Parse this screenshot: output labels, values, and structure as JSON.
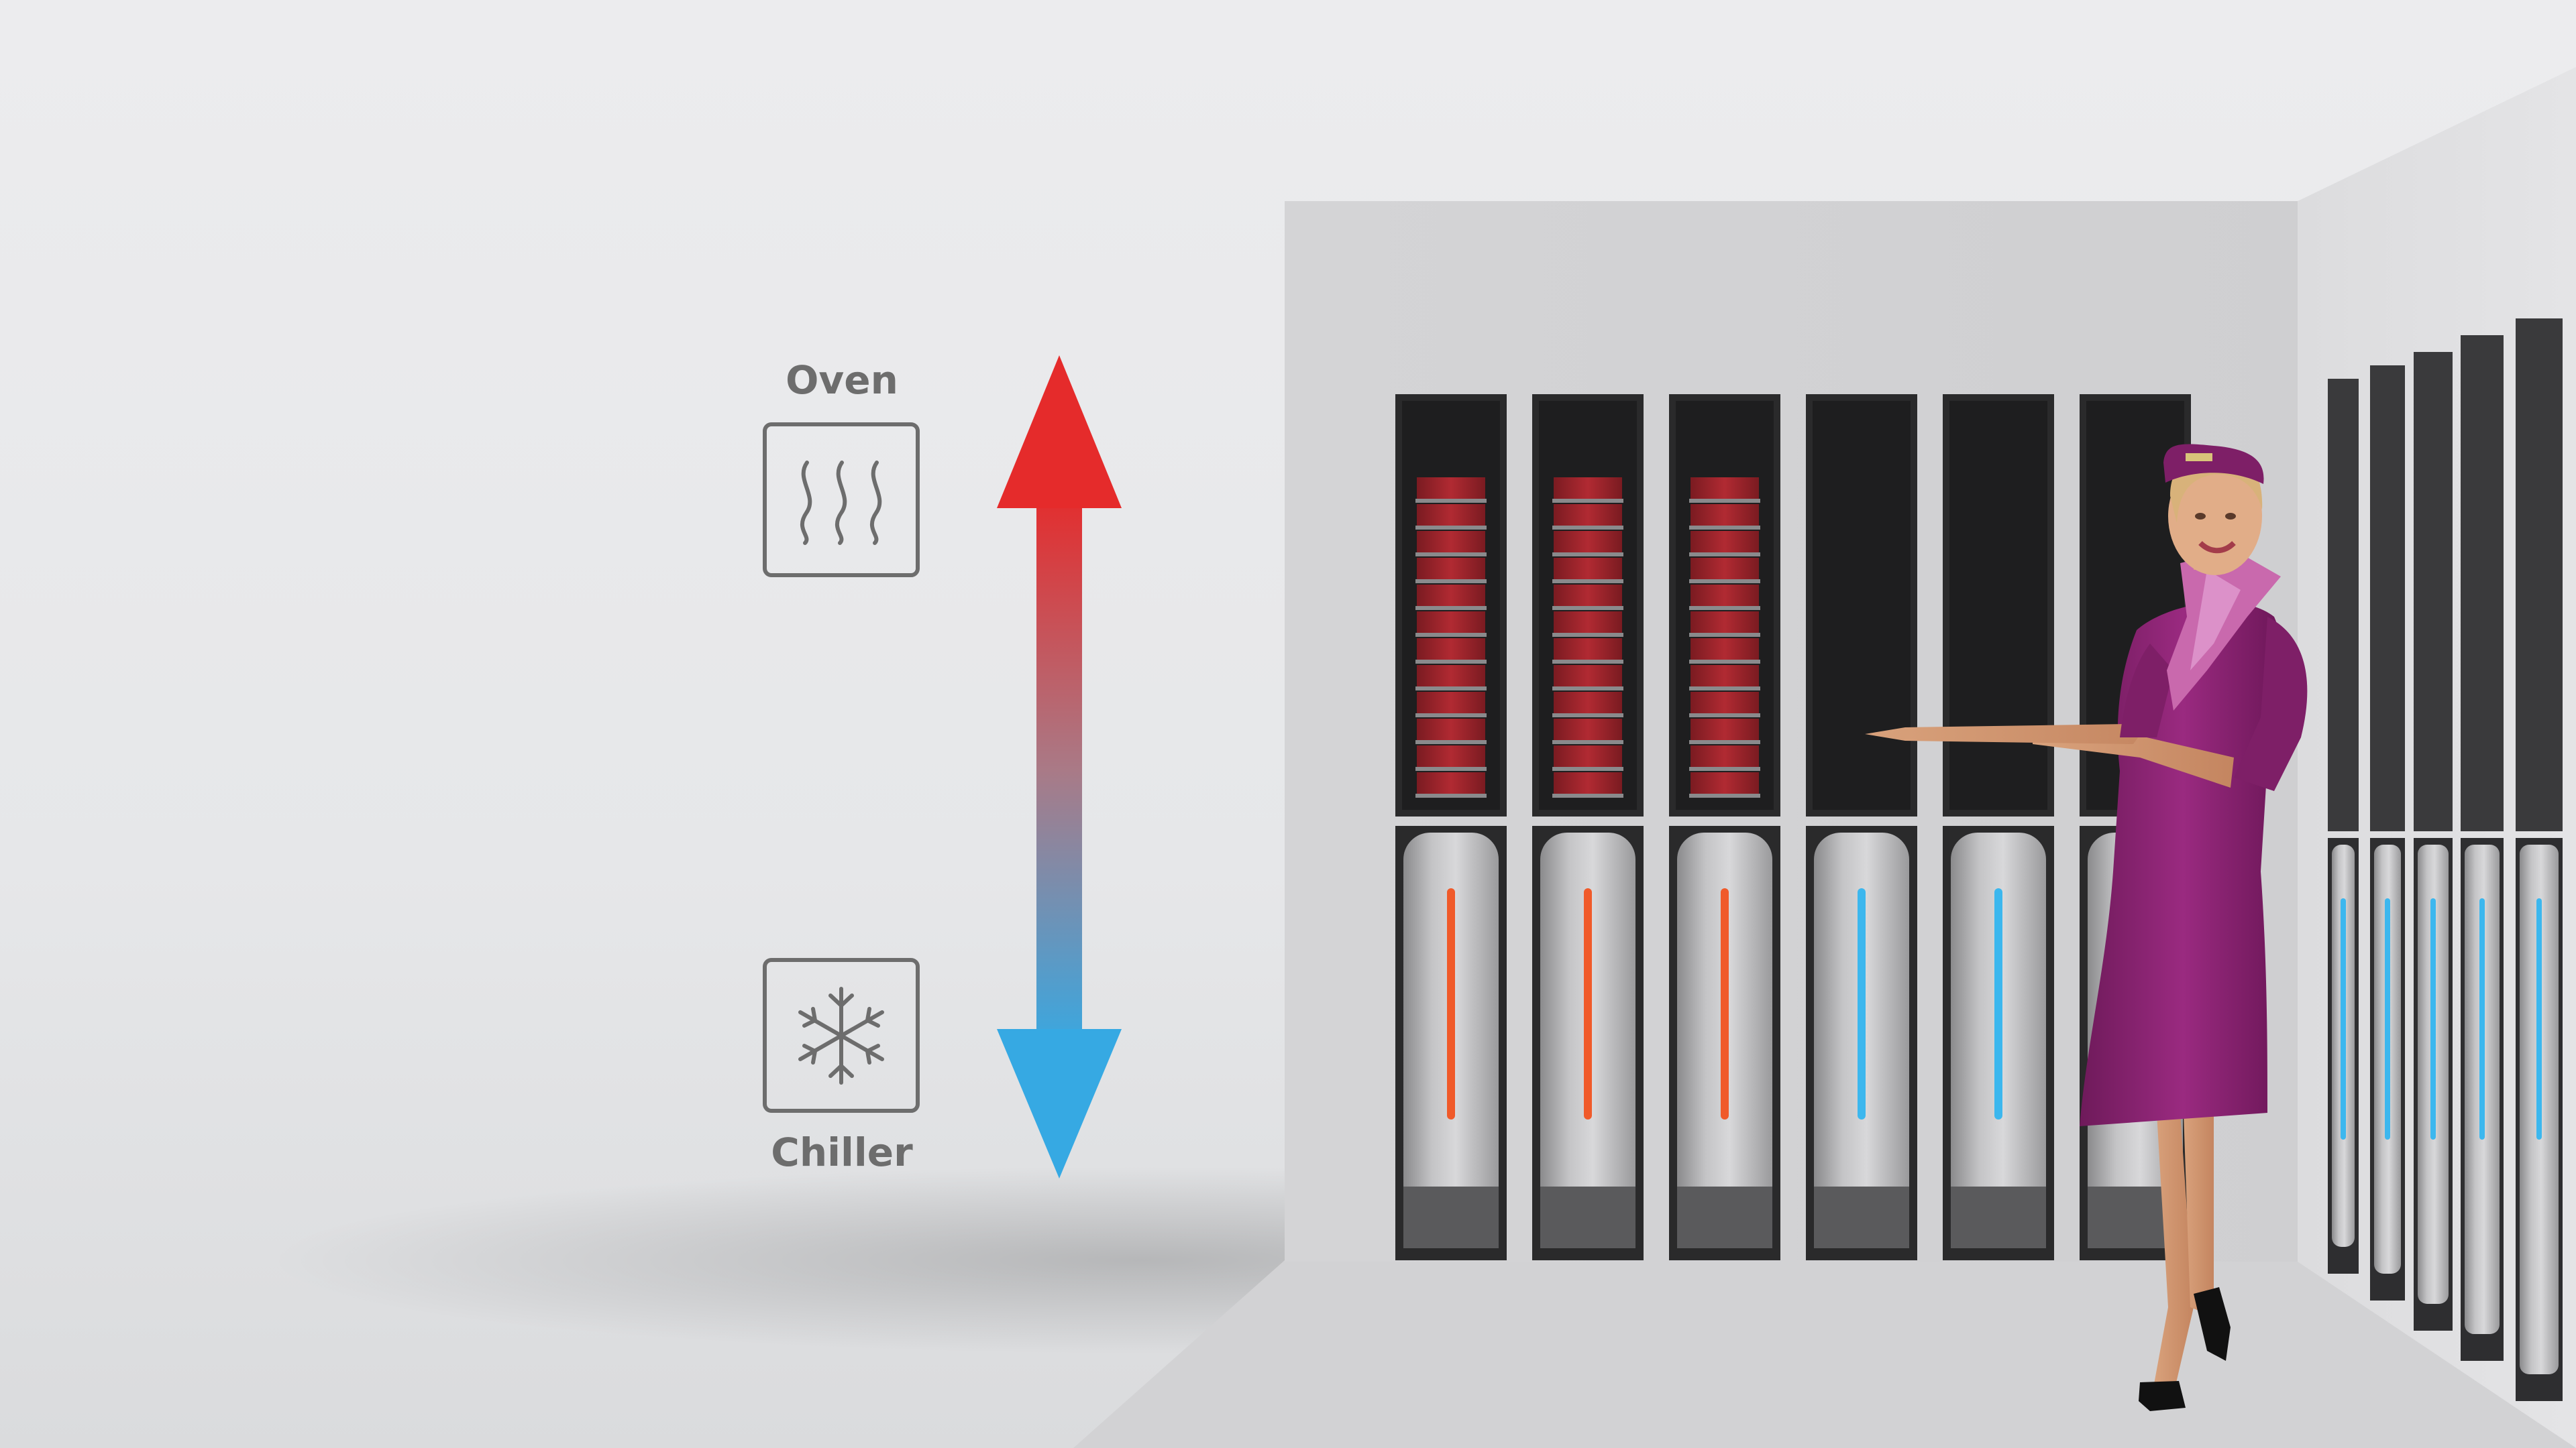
{
  "labels": {
    "oven": "Oven",
    "chiller": "Chiller"
  },
  "icons": {
    "oven": "heat-waves-icon",
    "chiller": "snowflake-icon"
  },
  "colors": {
    "background": "#e7e8ea",
    "arrow_hot": "#e52b2b",
    "arrow_cold": "#3aa7e0",
    "label_text": "#6d6d6d",
    "uniform": "#8e2374",
    "indicator_hot": "#f05a2a",
    "indicator_cold": "#3cb7ee",
    "meal_trays": "#a3262d"
  },
  "compartments": {
    "hot_count": 3,
    "cold_count": 2
  }
}
